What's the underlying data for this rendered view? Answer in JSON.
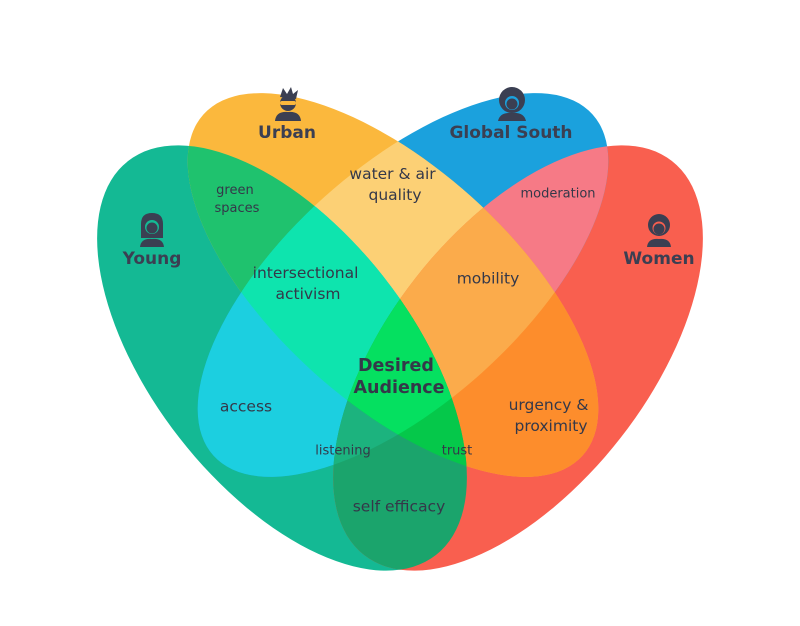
{
  "colors": {
    "young": "#14b994",
    "urban": "#fbb83d",
    "global_south": "#1ba1dd",
    "women": "#f95f4f",
    "young_urban": "#1fc26e",
    "urban_global_south": "#fcd075",
    "global_south_women": "#f67a86",
    "young_women": "#1ccfe0",
    "center": "#05e060",
    "text": "#3b3f52"
  },
  "sets": {
    "young": {
      "label": "Young",
      "icon": "young-woman-icon"
    },
    "urban": {
      "label": "Urban",
      "icon": "urban-person-icon"
    },
    "global_south": {
      "label": "Global South",
      "icon": "curly-hair-person-icon"
    },
    "women": {
      "label": "Women",
      "icon": "woman-icon"
    }
  },
  "regions": {
    "green_spaces": {
      "line1": "green",
      "line2": "spaces"
    },
    "water_air_quality": {
      "line1": "water & air",
      "line2": "quality"
    },
    "moderation": {
      "text": "moderation"
    },
    "intersectional_activism": {
      "line1": "intersectional",
      "line2": "activism"
    },
    "mobility": {
      "text": "mobility"
    },
    "desired_audience": {
      "line1": "Desired",
      "line2": "Audience"
    },
    "access": {
      "text": "access"
    },
    "urgency_proximity": {
      "line1": "urgency &",
      "line2": "proximity"
    },
    "listening": {
      "text": "listening"
    },
    "trust": {
      "text": "trust"
    },
    "self_efficacy": {
      "text": "self efficacy"
    }
  }
}
